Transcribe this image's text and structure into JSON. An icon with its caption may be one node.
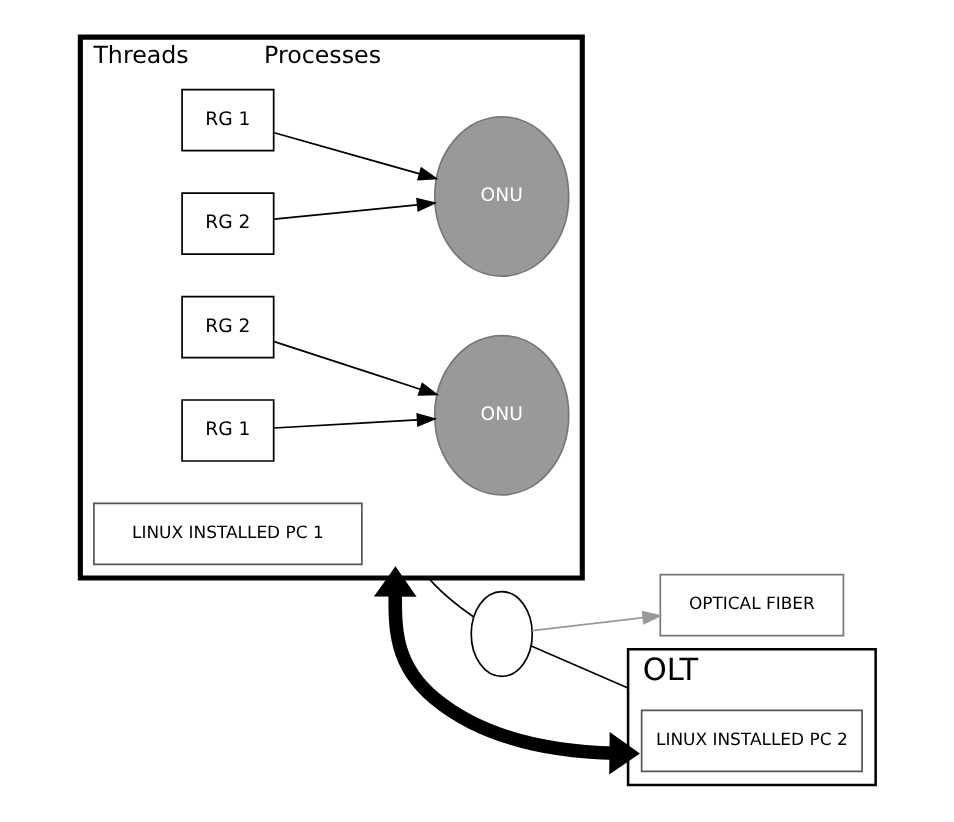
{
  "diagram": {
    "nodes": [
      {
        "text": [
          "Threads",
          "Processes"
        ]
      },
      {
        "text": [
          "RG 1"
        ],
        "in": 0
      },
      {
        "text": [
          "RG 2"
        ],
        "in": 0
      },
      {
        "text": [
          "ONU"
        ],
        "in": 0
      },
      {
        "text": [
          "RG 1"
        ],
        "in": 0
      },
      {
        "text": [
          "RG 2"
        ],
        "in": 0
      },
      {
        "text": [
          "ONU"
        ],
        "in": 0
      },
      {
        "text": [
          "LINUX INSTALLED PC 1"
        ],
        "in": 0
      },
      {
        "text": [],
        "shape": "circle"
      },
      {
        "text": [
          "OPTICAL FIBER"
        ]
      },
      {
        "text": [
          "OLT"
        ]
      },
      {
        "text": [
          "LINUX INSTALLED PC 2"
        ],
        "in": 10
      }
    ],
    "edges": [
      {
        "from": 1,
        "to": 3,
        "arrow": "to"
      },
      {
        "from": 2,
        "to": 3,
        "arrow": "to"
      },
      {
        "from": 4,
        "to": 6,
        "arrow": "to"
      },
      {
        "from": 5,
        "to": 6,
        "arrow": "to"
      },
      {
        "from": 8,
        "to": 9,
        "arrow": "to",
        "color": "#999999"
      },
      {
        "from": 0,
        "to": 8,
        "arrow": "none"
      },
      {
        "from": 8,
        "to": 10,
        "arrow": "none"
      },
      {
        "from": 0,
        "to": 10,
        "arrow": "both",
        "style": "thick"
      }
    ]
  }
}
